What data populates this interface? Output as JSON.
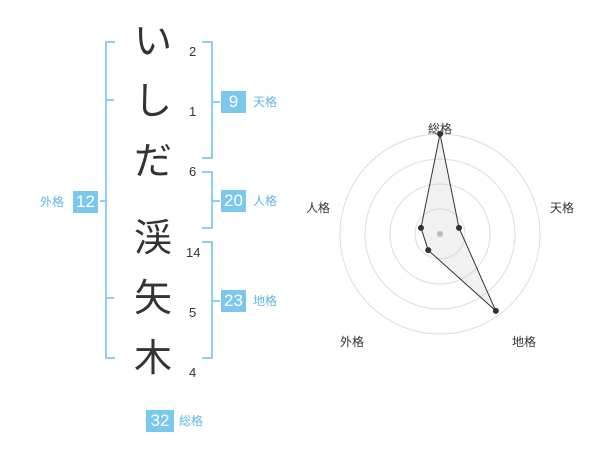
{
  "name_chars": [
    {
      "char": "い",
      "strokes": "2"
    },
    {
      "char": "し",
      "strokes": "1"
    },
    {
      "char": "だ",
      "strokes": "6"
    },
    {
      "char": "渓",
      "strokes": "14"
    },
    {
      "char": "矢",
      "strokes": "5"
    },
    {
      "char": "木",
      "strokes": "4"
    }
  ],
  "scores": {
    "tenkaku": {
      "value": "9",
      "label": "天格"
    },
    "jinkaku": {
      "value": "20",
      "label": "人格"
    },
    "chikaku": {
      "value": "23",
      "label": "地格"
    },
    "gaikaku": {
      "value": "12",
      "label": "外格"
    },
    "soukaku": {
      "value": "32",
      "label": "総格"
    }
  },
  "colors": {
    "accent": "#7cc7ee",
    "label": "#5db8e6",
    "bracket": "#8fd0f2"
  },
  "chart_data": {
    "type": "radar",
    "axes": [
      "総格",
      "天格",
      "地格",
      "外格",
      "人格"
    ],
    "series": [
      {
        "values": [
          1.0,
          0.2,
          0.95,
          0.2,
          0.2
        ]
      }
    ],
    "rings": 4,
    "title": "",
    "legend": "none"
  }
}
